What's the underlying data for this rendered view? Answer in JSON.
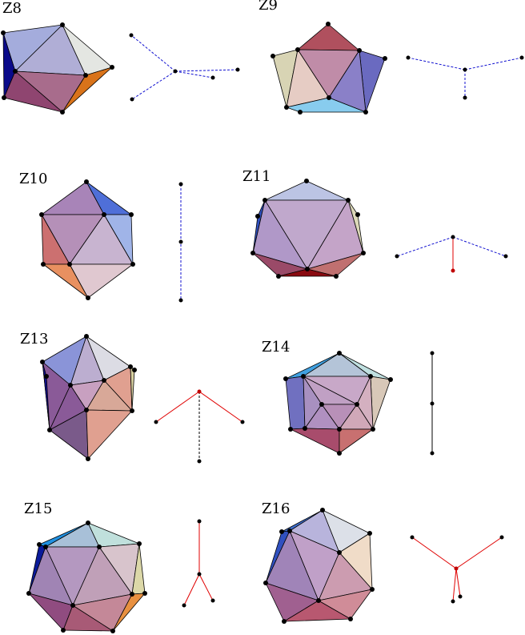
{
  "panels": [
    {
      "label": "Z8"
    },
    {
      "label": "Z9"
    },
    {
      "label": "Z10"
    },
    {
      "label": "Z11"
    },
    {
      "label": "Z13"
    },
    {
      "label": "Z14"
    },
    {
      "label": "Z15"
    },
    {
      "label": "Z16"
    }
  ],
  "colors": {
    "blue_edge": "#1010d0",
    "red_edge": "#e00000",
    "black_edge": "#000000"
  }
}
